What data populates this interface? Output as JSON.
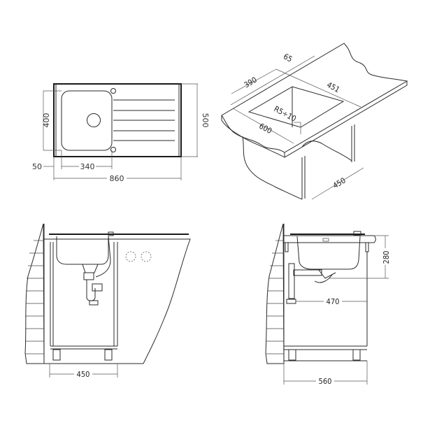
{
  "top_view": {
    "width_label": "860",
    "depth_label": "500",
    "bowl_depth_label": "400",
    "bowl_width_label": "340",
    "offset_label": "50",
    "drainer_grooves": 5
  },
  "iso_view": {
    "cutout_depth_label": "390",
    "offset_label": "65",
    "cutout_width_label": "451",
    "radius_label": "R5÷10",
    "worktop_depth_label": "600",
    "cabinet_width_label": "450"
  },
  "front_view": {
    "cabinet_width_label": "450"
  },
  "side_view": {
    "bowl_height_label": "280",
    "trap_distance_label": "470",
    "cabinet_depth_label": "560"
  },
  "colors": {
    "line": "#2a2a2a",
    "dimension": "#555555",
    "background": "#ffffff"
  }
}
